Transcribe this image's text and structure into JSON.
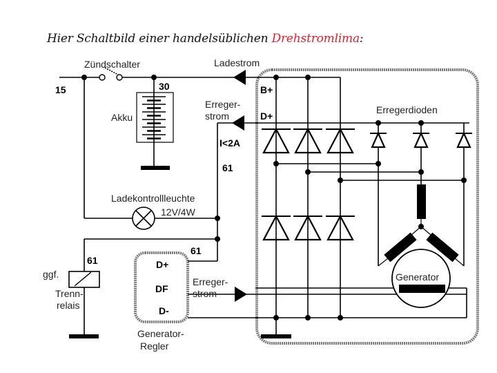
{
  "title": {
    "prefix": "Hier Schaltbild einer handelsüblichen ",
    "highlight": "Drehstromlima",
    "suffix": ":",
    "highlight_color": "#e0202a"
  },
  "labels": {
    "terminal_15": "15",
    "ignition_switch": "Zündschalter",
    "terminal_30": "30",
    "battery": "Akku",
    "charge_current": "Ladestrom",
    "excitation_current_top_1": "Erreger-",
    "excitation_current_top_2": "strom",
    "terminal_b_plus": "B+",
    "terminal_d_plus": "D+",
    "current_limit": "I<2A",
    "terminal_61_upper": "61",
    "exciter_diodes": "Erregerdioden",
    "warning_lamp": "Ladekontrollleuchte",
    "lamp_rating": "12V/4W",
    "terminal_61_mid": "61",
    "terminal_61_relay": "61",
    "relay_1": "ggf.",
    "relay_2": "Trenn-",
    "relay_3": "relais",
    "regulator_d_plus": "D+",
    "regulator_df": "DF",
    "regulator_d_minus": "D-",
    "excitation_current_bottom_1": "Erreger-",
    "excitation_current_bottom_2": "strom",
    "regulator_1": "Generator-",
    "regulator_2": "Regler",
    "generator": "Generator"
  }
}
